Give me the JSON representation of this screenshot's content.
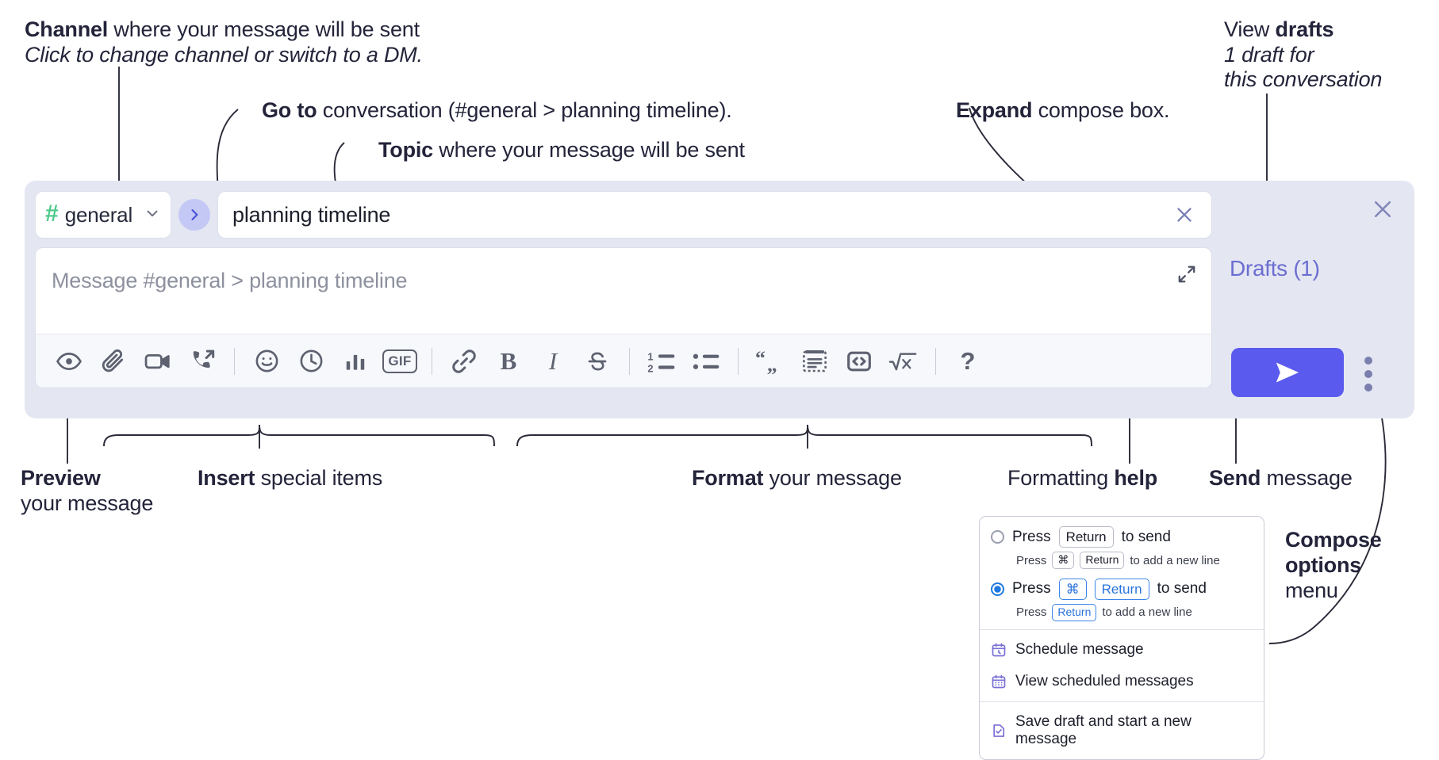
{
  "annotations": {
    "channel": {
      "bold": "Channel",
      "rest": " where your message will be sent",
      "sub": "Click to change channel or switch to a DM."
    },
    "goto": {
      "bold": "Go to",
      "rest": " conversation (#general > planning timeline)."
    },
    "topic": {
      "bold": "Topic",
      "rest": " where your message will be sent"
    },
    "expand": {
      "bold": "Expand",
      "rest": " compose box."
    },
    "drafts": {
      "line1_rest": "View ",
      "line1_bold": "drafts",
      "line2": "1 draft for",
      "line3": "this conversation"
    },
    "preview": {
      "bold": "Preview",
      "line2": "your message"
    },
    "insert": {
      "bold": "Insert",
      "rest": " special items"
    },
    "format": {
      "bold": "Format",
      "rest": " your message"
    },
    "help": {
      "rest": "Formatting ",
      "bold": "help"
    },
    "send": {
      "bold": "Send",
      "rest": " message"
    },
    "compose_options": {
      "line1": "Compose",
      "line2": "options",
      "line3": "menu"
    }
  },
  "compose": {
    "channel_name": "general",
    "hash_symbol": "#",
    "topic_value": "planning timeline",
    "message_placeholder": "Message #general > planning timeline",
    "drafts_label": "Drafts (1)",
    "toolbar_icons": [
      "eye-icon",
      "paperclip-icon",
      "video-camera-icon",
      "phone-forward-icon",
      "emoji-icon",
      "clock-icon",
      "poll-icon",
      "gif-icon",
      "link-icon",
      "bold-icon",
      "italic-icon",
      "strikethrough-icon",
      "ordered-list-icon",
      "bulleted-list-icon",
      "blockquote-icon",
      "code-block-icon",
      "inline-code-icon",
      "math-icon",
      "help-icon"
    ],
    "toolbar_labels": {
      "bold": "B",
      "italic": "I",
      "gif": "GIF",
      "help": "?"
    },
    "send_icon": "send-paper-plane-icon"
  },
  "menu": {
    "options": [
      {
        "selected": false,
        "pre": "Press",
        "keys": [
          "Return"
        ],
        "post": "to send",
        "sub_pre": "Press",
        "sub_keys": [
          "⌘",
          "Return"
        ],
        "sub_post": "to add a new line"
      },
      {
        "selected": true,
        "pre": "Press",
        "keys": [
          "⌘",
          "Return"
        ],
        "post": "to send",
        "sub_pre": "Press",
        "sub_keys": [
          "Return"
        ],
        "sub_post": "to add a new line"
      }
    ],
    "items": [
      {
        "icon": "calendar-clock-icon",
        "label": "Schedule message"
      },
      {
        "icon": "calendar-grid-icon",
        "label": "View scheduled messages"
      },
      {
        "icon": "document-check-icon",
        "label": "Save draft and start a new message"
      }
    ]
  },
  "colors": {
    "accent_purple": "#5a5aee",
    "drafts_text": "#6b6ed0",
    "channel_hash_green": "#4ec98a",
    "goto_bg": "#c3c8f5",
    "compose_bg": "#e4e6f2",
    "radio_blue": "#1f7ae0"
  }
}
